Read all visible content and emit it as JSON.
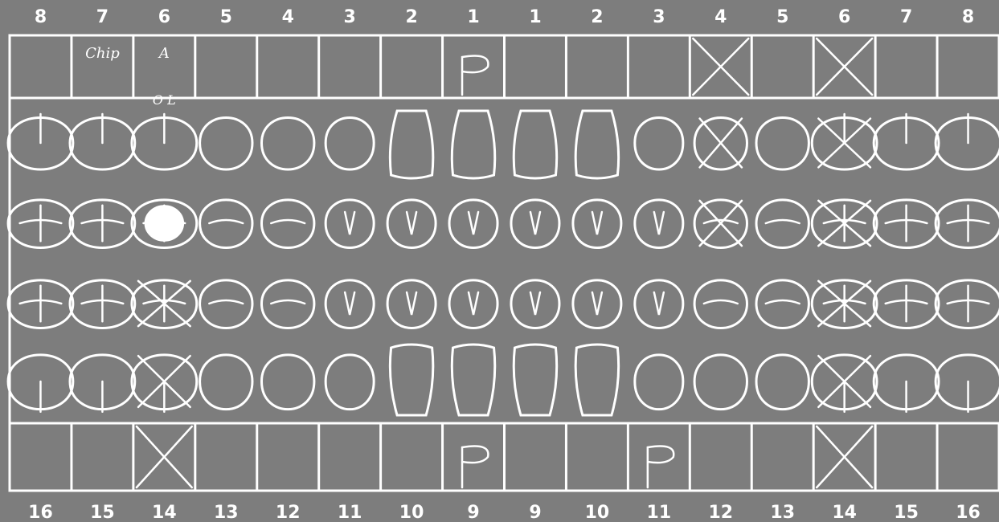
{
  "chart": {
    "top_numbers": [
      "8",
      "7",
      "6",
      "5",
      "4",
      "3",
      "2",
      "1",
      "1",
      "2",
      "3",
      "4",
      "5",
      "6",
      "7",
      "8"
    ],
    "bottom_numbers": [
      "16",
      "15",
      "14",
      "13",
      "12",
      "11",
      "10",
      "9",
      "9",
      "10",
      "11",
      "12",
      "13",
      "14",
      "15",
      "16"
    ],
    "top_boxes": [
      {
        "mark": "none",
        "note": ""
      },
      {
        "mark": "note",
        "note": "Chip"
      },
      {
        "mark": "note",
        "note": "A"
      },
      {
        "mark": "none",
        "note": ""
      },
      {
        "mark": "none",
        "note": ""
      },
      {
        "mark": "none",
        "note": ""
      },
      {
        "mark": "none",
        "note": ""
      },
      {
        "mark": "post",
        "note": ""
      },
      {
        "mark": "none",
        "note": ""
      },
      {
        "mark": "none",
        "note": ""
      },
      {
        "mark": "none",
        "note": ""
      },
      {
        "mark": "x",
        "note": ""
      },
      {
        "mark": "none",
        "note": ""
      },
      {
        "mark": "x",
        "note": ""
      },
      {
        "mark": "none",
        "note": ""
      },
      {
        "mark": "none",
        "note": ""
      }
    ],
    "bottom_boxes": [
      {
        "mark": "none"
      },
      {
        "mark": "none"
      },
      {
        "mark": "x"
      },
      {
        "mark": "none"
      },
      {
        "mark": "none"
      },
      {
        "mark": "none"
      },
      {
        "mark": "none"
      },
      {
        "mark": "post"
      },
      {
        "mark": "none"
      },
      {
        "mark": "none"
      },
      {
        "mark": "post"
      },
      {
        "mark": "none"
      },
      {
        "mark": "none"
      },
      {
        "mark": "x"
      },
      {
        "mark": "none"
      },
      {
        "mark": "none"
      }
    ],
    "upper_extra_note": "O L",
    "crossed_teeth": {
      "upper_buccal": [
        11,
        13
      ],
      "upper_occlusal": [
        11,
        13
      ],
      "lower_occlusal": [
        2,
        13
      ],
      "lower_buccal": [
        2,
        13
      ]
    },
    "filled_teeth": {
      "upper_occlusal": [
        2
      ]
    },
    "colors": {
      "background": "#7d7d7d",
      "ink": "#ffffff"
    }
  }
}
